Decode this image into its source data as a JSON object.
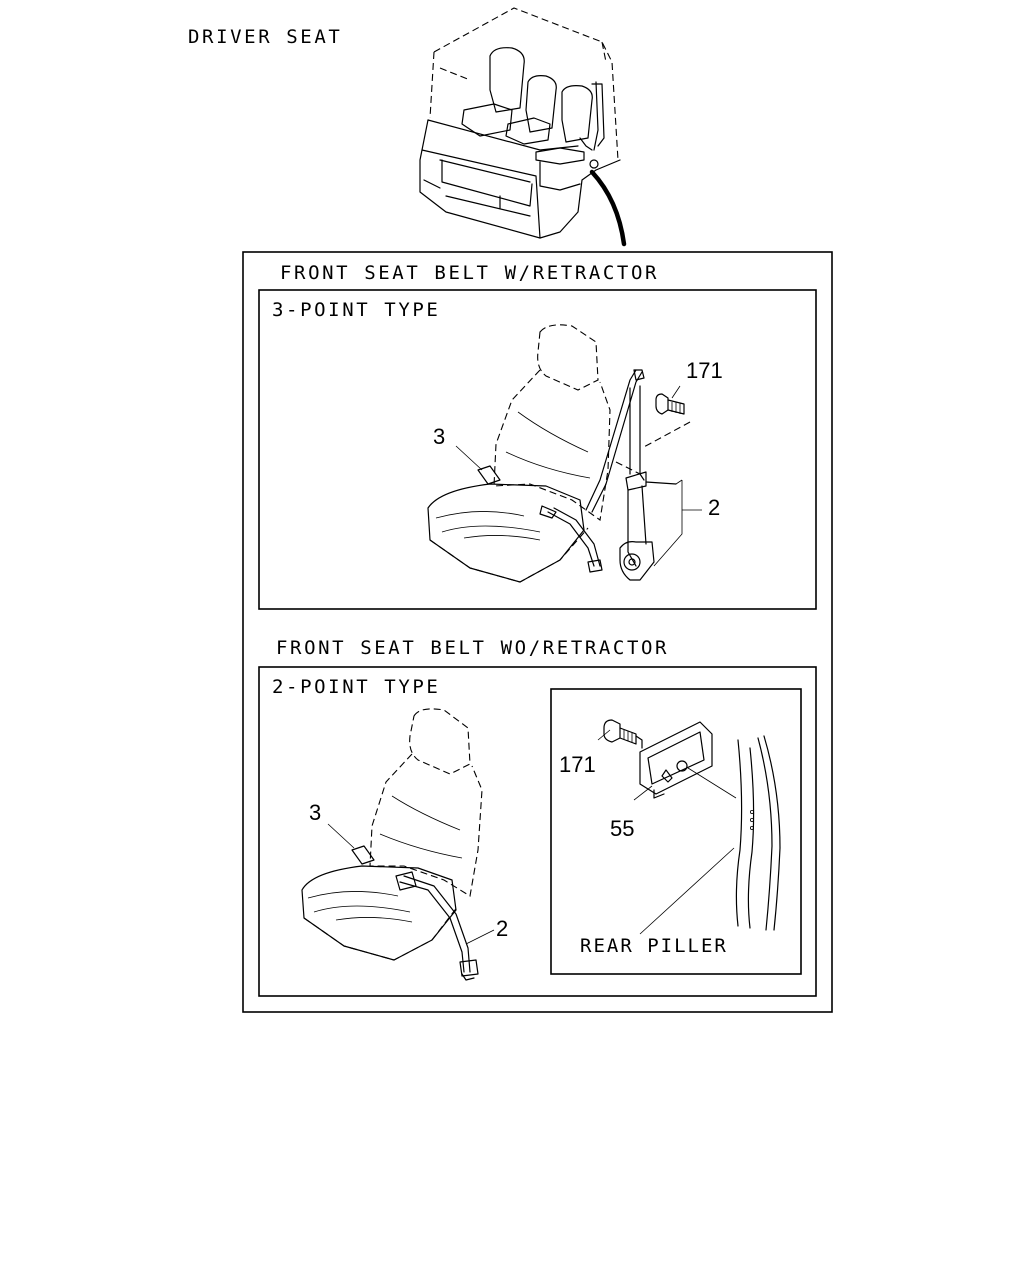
{
  "labels": {
    "driver_seat": "DRIVER SEAT",
    "section_retractor": "FRONT SEAT BELT W/RETRACTOR",
    "type_3point": "3-POINT TYPE",
    "section_no_retractor": "FRONT SEAT BELT WO/RETRACTOR",
    "type_2point": "2-POINT TYPE",
    "rear_pillar": "REAR PILLER"
  },
  "callouts": {
    "bolt_171_top": "171",
    "buckle_3_top": "3",
    "belt_2_top": "2",
    "buckle_3_bottom": "3",
    "belt_2_bottom": "2",
    "bolt_171_bottom": "171",
    "bracket_55": "55"
  },
  "colors": {
    "line": "#000000",
    "background": "#ffffff"
  }
}
